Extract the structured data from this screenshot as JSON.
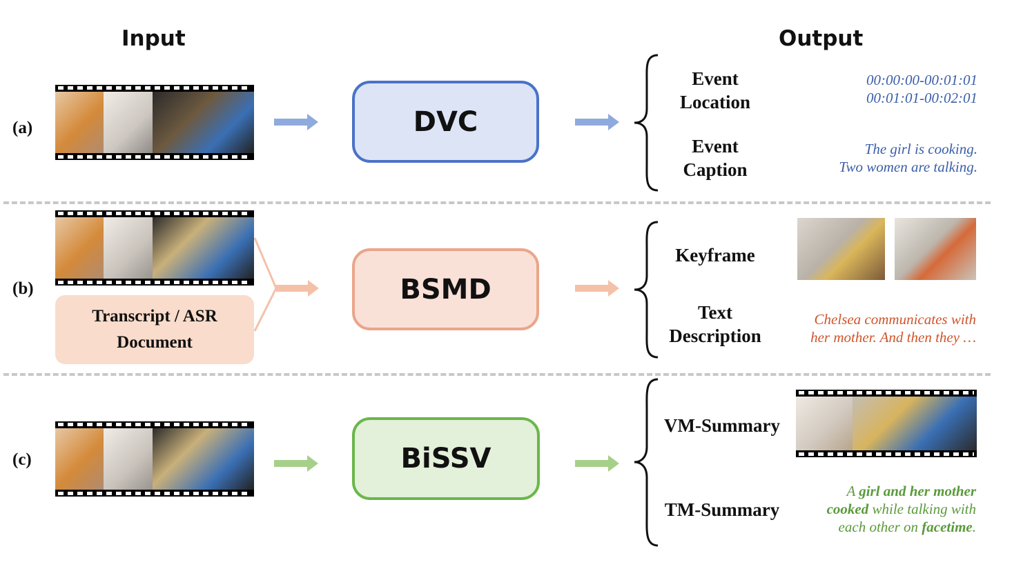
{
  "headers": {
    "input": "Input",
    "output": "Output"
  },
  "rows": [
    {
      "label": "(a)",
      "model": "DVC",
      "color": "#4a72c8",
      "fill": "#dce4f6",
      "arrow": "#8faadc",
      "outputs": [
        {
          "label_line1": "Event",
          "label_line2": "Location",
          "text_line1": "00:00:00-00:01:01",
          "text_line2": "00:01:01-00:02:01"
        },
        {
          "label_line1": "Event",
          "label_line2": "Caption",
          "text_line1": "The girl is cooking.",
          "text_line2": "Two women are talking."
        }
      ]
    },
    {
      "label": "(b)",
      "model": "BSMD",
      "color": "#eba58a",
      "fill": "#f9e1d8",
      "arrow": "#f4c1a8",
      "input_box": {
        "line1": "Transcript / ASR",
        "line2": "Document"
      },
      "outputs": [
        {
          "label_line1": "Keyframe"
        },
        {
          "label_line1": "Text",
          "label_line2": "Description",
          "text_line1": "Chelsea communicates with",
          "text_line2": "her mother. And then they …"
        }
      ]
    },
    {
      "label": "(c)",
      "model": "BiSSV",
      "color": "#6ab74a",
      "fill": "#e3f0da",
      "arrow": "#a6d08a",
      "outputs": [
        {
          "label_line1": "VM-Summary"
        },
        {
          "label_line1": "TM-Summary",
          "summary": {
            "p1": "A ",
            "b1": "girl and her mother",
            "b2": "cooked",
            "p2": " while talking with",
            "p3": "each other on ",
            "b3": "facetime",
            "p4": "."
          }
        }
      ]
    }
  ]
}
